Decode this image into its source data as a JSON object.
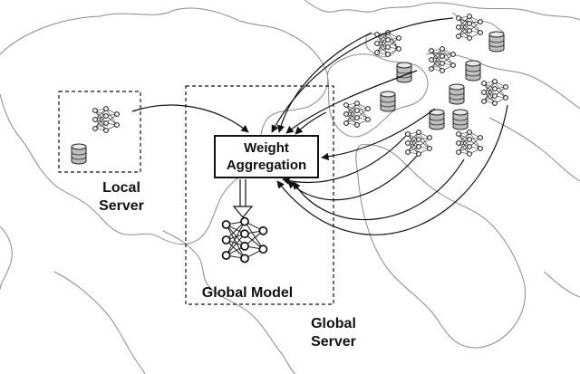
{
  "labels": {
    "weight_aggregation_line1": "Weight",
    "weight_aggregation_line2": "Aggregation",
    "local_server_line1": "Local",
    "local_server_line2": "Server",
    "global_model": "Global Model",
    "global_server_line1": "Global",
    "global_server_line2": "Server"
  },
  "icons": {
    "client_model": "neural-network-icon",
    "client_data": "database-icon",
    "global_model": "neural-network-icon"
  },
  "colors": {
    "line": "#111111",
    "map_outline": "#8a8a8a",
    "background": "#ffffff"
  }
}
